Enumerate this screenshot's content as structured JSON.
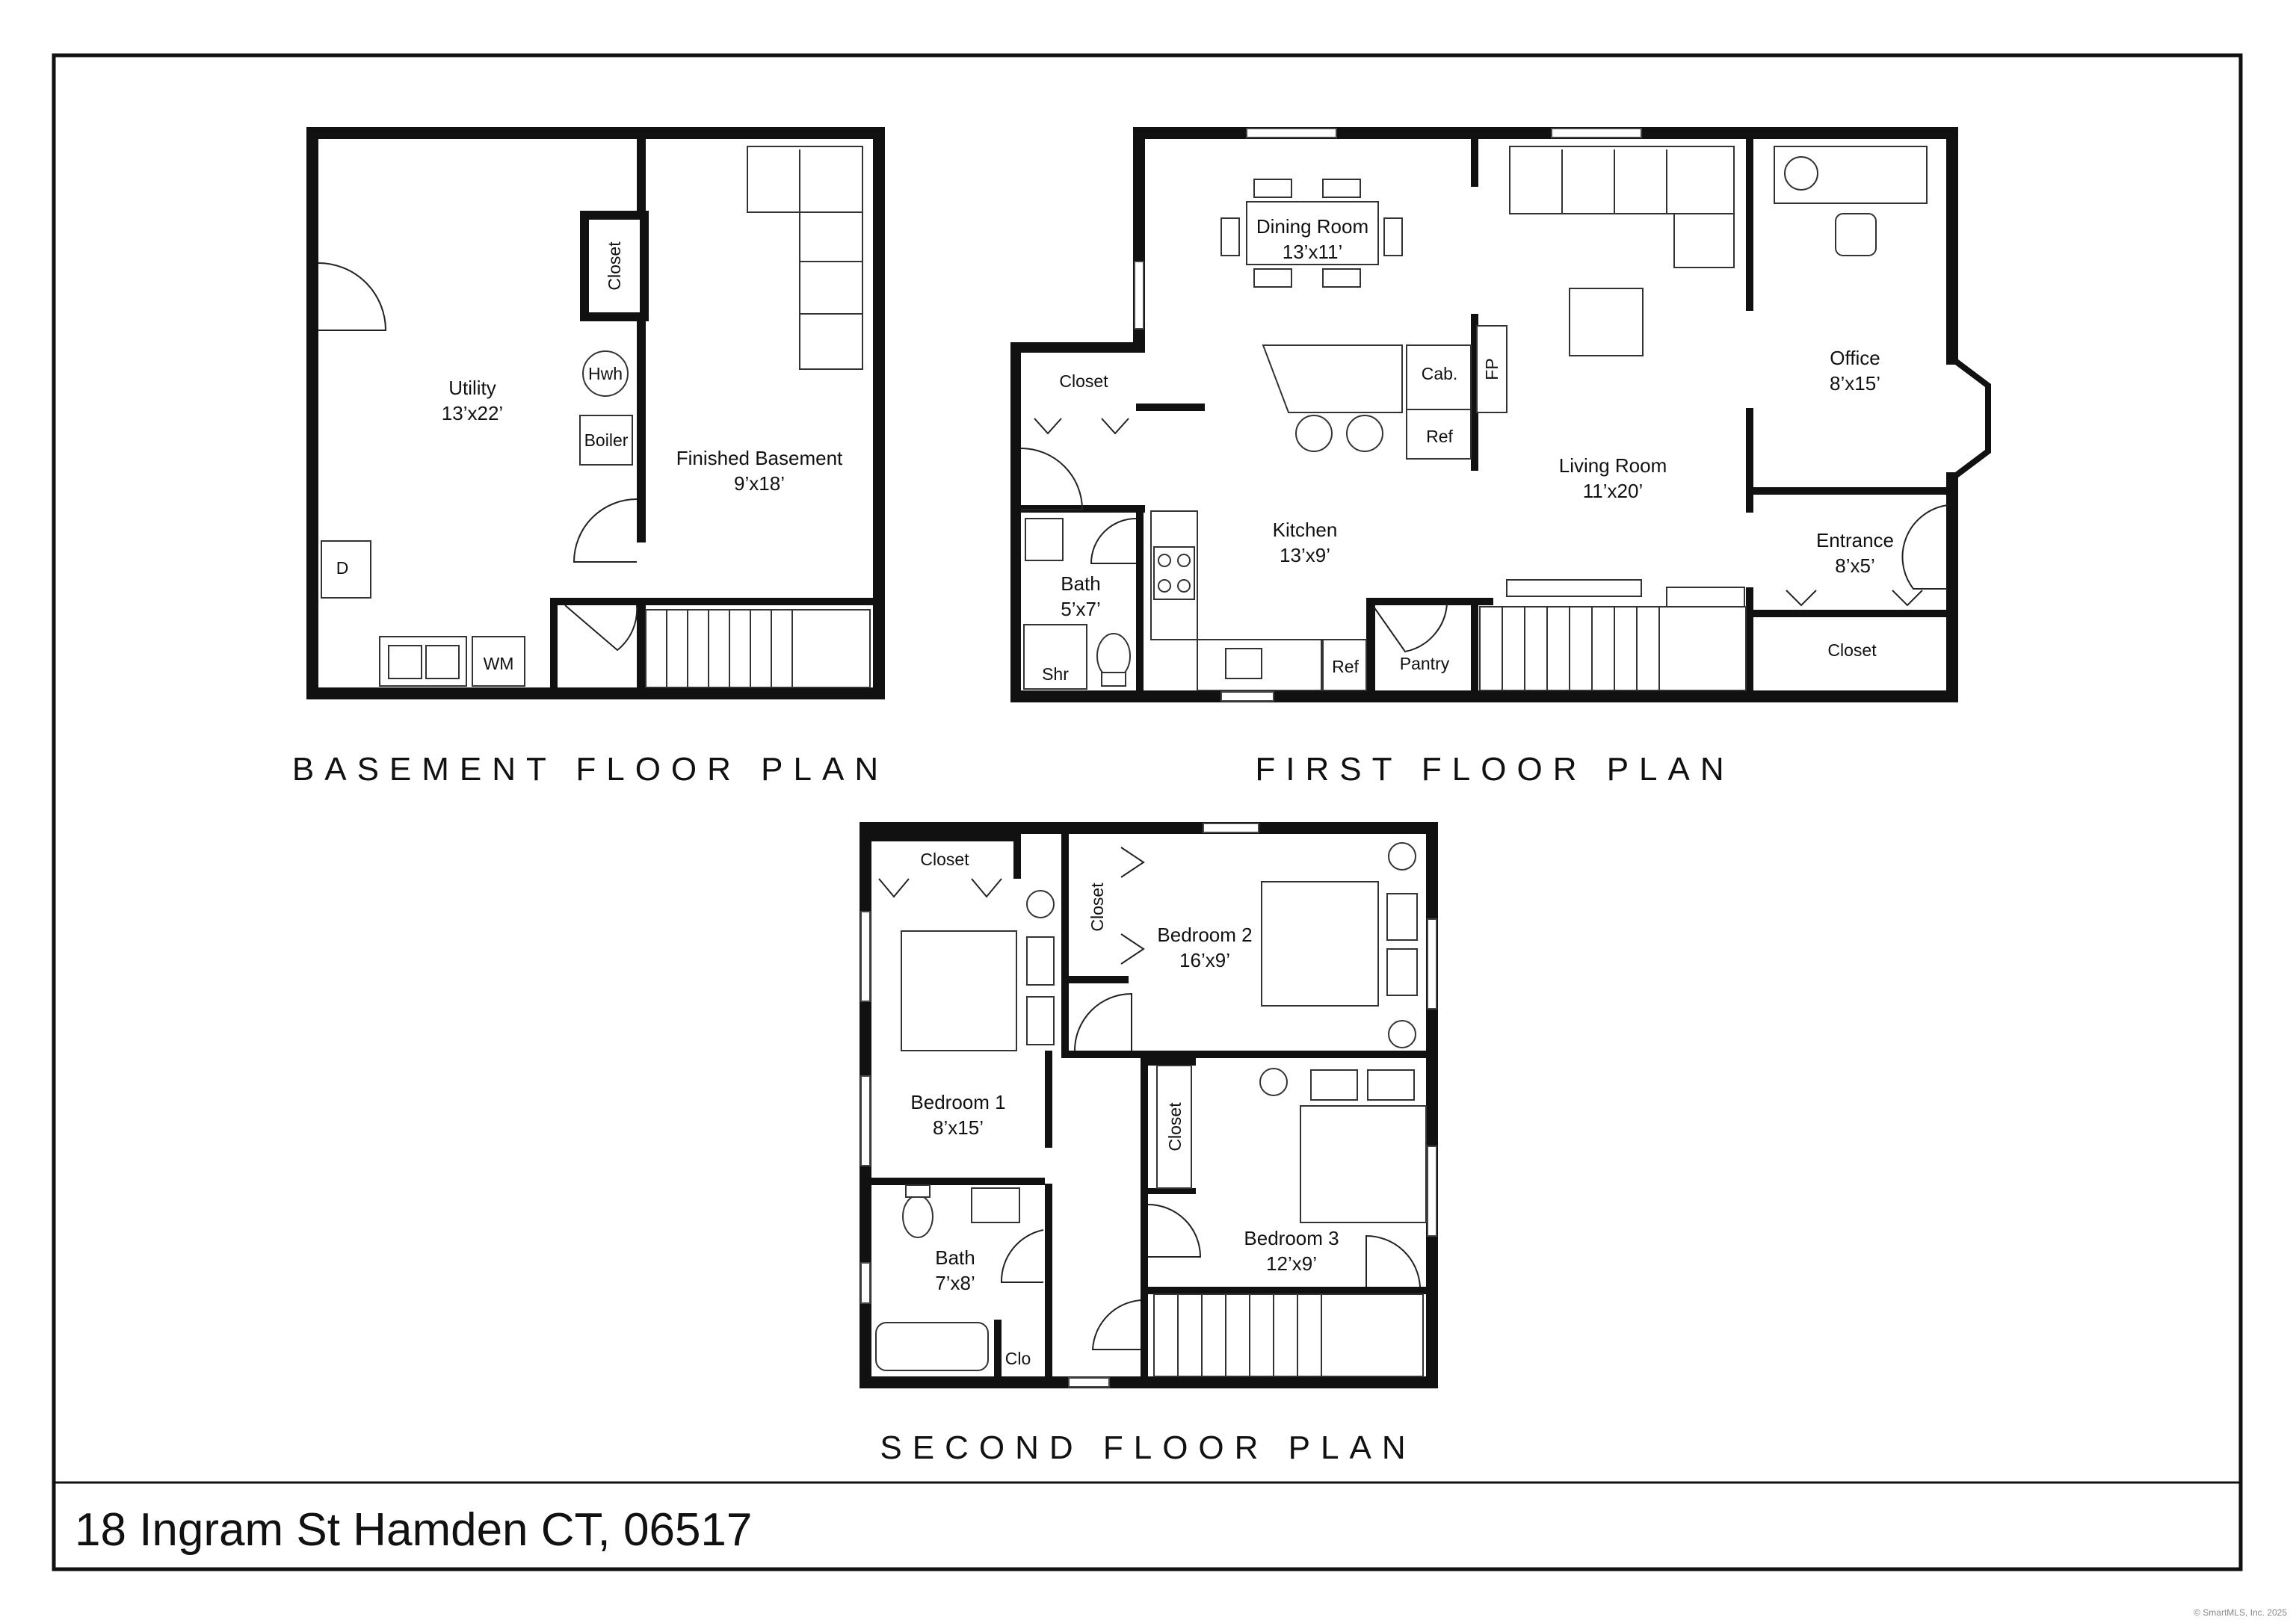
{
  "address": "18 Ingram St Hamden CT, 06517",
  "credit": "© SmartMLS, Inc. 2025",
  "floors": {
    "basement": {
      "title": "BASEMENT FLOOR PLAN",
      "rooms": {
        "utility": {
          "name": "Utility",
          "size": "13’x22’"
        },
        "finished": {
          "name": "Finished Basement",
          "size": "9’x18’"
        },
        "closet": "Closet",
        "hwh": "Hwh",
        "boiler": "Boiler",
        "dryer": "D",
        "washer": "WM"
      }
    },
    "first": {
      "title": "FIRST FLOOR PLAN",
      "rooms": {
        "dining": {
          "name": "Dining Room",
          "size": "13’x11’"
        },
        "office": {
          "name": "Office",
          "size": "8’x15’"
        },
        "living": {
          "name": "Living Room",
          "size": "11’x20’"
        },
        "kitchen": {
          "name": "Kitchen",
          "size": "13’x9’"
        },
        "entrance": {
          "name": "Entrance",
          "size": "8’x5’"
        },
        "bath": {
          "name": "Bath",
          "size": "5’x7’"
        },
        "closet_left": "Closet",
        "closet_right": "Closet",
        "pantry": "Pantry",
        "cab": "Cab.",
        "fp": "FP",
        "ref_upper": "Ref",
        "ref_lower": "Ref",
        "shower": "Shr"
      }
    },
    "second": {
      "title": "SECOND FLOOR PLAN",
      "rooms": {
        "bedroom1": {
          "name": "Bedroom 1",
          "size": "8’x15’"
        },
        "bedroom2": {
          "name": "Bedroom 2",
          "size": "16’x9’"
        },
        "bedroom3": {
          "name": "Bedroom 3",
          "size": "12’x9’"
        },
        "bath": {
          "name": "Bath",
          "size": "7’x8’"
        },
        "closet_top": "Closet",
        "closet_b2": "Closet",
        "closet_b3": "Closet",
        "clo": "Clo"
      }
    }
  }
}
